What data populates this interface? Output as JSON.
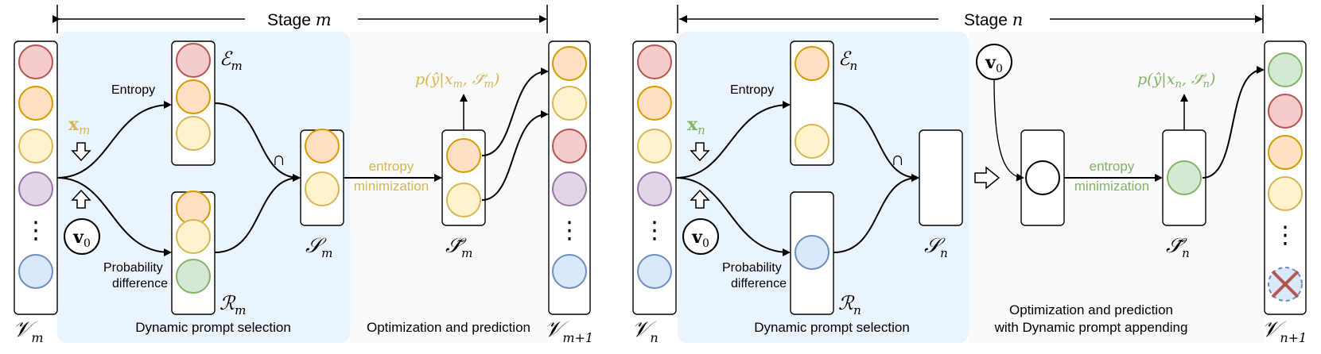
{
  "colors": {
    "panel_bg": "#eaf4fc",
    "gray_bg": "#f8f8f8",
    "red_fill": "#f4cccc",
    "red_stroke": "#b85450",
    "orange_fill": "#ffe0c2",
    "orange_stroke": "#d79b00",
    "yellow_fill": "#fff2cc",
    "yellow_stroke": "#d6b656",
    "purple_fill": "#e1d5e7",
    "purple_stroke": "#9673a6",
    "blue_fill": "#dae8fc",
    "blue_stroke": "#6c8ebf",
    "green_fill": "#d5e8d4",
    "green_stroke": "#82b366",
    "gold_text": "#d6b656",
    "green_text": "#82b366",
    "cross": "#b85450"
  },
  "stage_m": {
    "stage_label": "Stage ",
    "stage_var": "m",
    "input_label": "x",
    "input_sub": "m",
    "v0": "v",
    "v0_sub": "0",
    "entropy_label": "Entropy",
    "prob_diff_label": [
      "Probability",
      "difference"
    ],
    "E_label": "ℰ",
    "E_sub": "m",
    "R_label": "ℛ",
    "R_sub": "m",
    "S_label": "𝒮",
    "S_sub": "m",
    "St_label": "𝒮̃",
    "St_sub": "m",
    "V_label": "𝒱",
    "V_sub": "m",
    "Vnext_label": "𝒱",
    "Vnext_sub": "m+1",
    "intersect": "∩",
    "prediction": "p(ŷ|x",
    "prediction_sub": "m",
    "prediction_mid": ", ",
    "prediction_s": "𝒮̃",
    "prediction_s_sub": "m",
    "prediction_end": ")",
    "entropy_min": [
      "entropy",
      "minimization"
    ],
    "dyn_sel": "Dynamic prompt selection",
    "opt_pred": "Optimization and prediction",
    "vertical_dots": "⋮",
    "pool": [
      "red",
      "orange",
      "yellow",
      "purple",
      "dots",
      "blue"
    ],
    "entropy_set": [
      "red",
      "orange",
      "yellow"
    ],
    "prob_set": [
      "orange",
      "yellow",
      "green"
    ],
    "intersection_set": [
      "orange",
      "yellow"
    ],
    "optimized_set": [
      "orange",
      "yellow"
    ],
    "next_pool": [
      "orange",
      "yellow",
      "red",
      "purple",
      "dots",
      "blue"
    ]
  },
  "stage_n": {
    "stage_label": "Stage ",
    "stage_var": "n",
    "input_label": "x",
    "input_sub": "n",
    "v0": "v",
    "v0_sub": "0",
    "entropy_label": "Entropy",
    "prob_diff_label": [
      "Probability",
      "difference"
    ],
    "E_label": "ℰ",
    "E_sub": "n",
    "R_label": "ℛ",
    "R_sub": "n",
    "S_label": "𝒮",
    "S_sub": "n",
    "St_label": "𝒮̃",
    "St_sub": "n",
    "V_label": "𝒱",
    "V_sub": "n",
    "Vnext_label": "𝒱",
    "Vnext_sub": "n+1",
    "intersect": "∩",
    "prediction": "p(ŷ|x",
    "prediction_sub": "n",
    "prediction_mid": ", ",
    "prediction_s": "𝒮̃",
    "prediction_s_sub": "n",
    "prediction_end": ")",
    "entropy_min": [
      "entropy",
      "minimization"
    ],
    "dyn_sel": "Dynamic prompt selection",
    "opt_pred": [
      "Optimization and prediction",
      "with Dynamic prompt appending"
    ],
    "vertical_dots": "⋮",
    "pool": [
      "red",
      "orange",
      "yellow",
      "purple",
      "dots",
      "blue"
    ],
    "entropy_set": [
      "orange",
      "yellow"
    ],
    "prob_set": [
      "blue"
    ],
    "intersection_set": [],
    "appended_prompt": [
      "empty"
    ],
    "optimized_set": [
      "green"
    ],
    "next_pool": [
      "green",
      "red",
      "orange",
      "yellow",
      "dots",
      "removed"
    ]
  }
}
